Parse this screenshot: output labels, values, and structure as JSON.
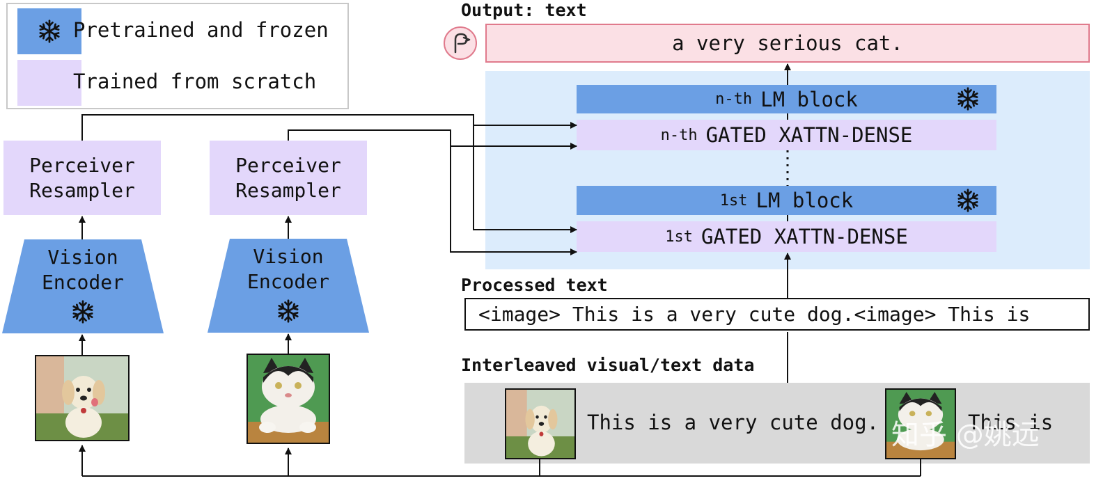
{
  "legend": {
    "frozen_label": "Pretrained and frozen",
    "scratch_label": "Trained from scratch"
  },
  "left_branch": {
    "perceiver_line1": "Perceiver",
    "perceiver_line2": "Resampler",
    "encoder_line1": "Vision",
    "encoder_line2": "Encoder"
  },
  "right_branch": {
    "perceiver_line1": "Perceiver",
    "perceiver_line2": "Resampler",
    "encoder_line1": "Vision",
    "encoder_line2": "Encoder"
  },
  "output": {
    "heading": "Output: text",
    "text": "a very serious cat."
  },
  "lm_stack": {
    "nth_lm_prefix": "n-th",
    "nth_lm_label": "LM block",
    "nth_xattn_prefix": "n-th",
    "nth_xattn_label": "GATED XATTN-DENSE",
    "first_lm_prefix": "1st",
    "first_lm_label": "LM block",
    "first_xattn_prefix": "1st",
    "first_xattn_label": "GATED XATTN-DENSE"
  },
  "processed": {
    "heading": "Processed text",
    "text": "<image> This is a very cute dog.<image> This is"
  },
  "interleaved": {
    "heading": "Interleaved visual/text data",
    "text": "This is a very cute dog.",
    "text_tail": "This is"
  },
  "watermark": "知乎 @姚远",
  "colors": {
    "frozen_blue": "#6b9fe4",
    "scratch_purple": "#e3d7fb",
    "panel_blue": "#dcecfc",
    "output_pink": "#fbe0e5",
    "output_border": "#e07a8c",
    "interleaved_gray": "#d9d9d9"
  },
  "icons": {
    "frozen": "snowflake-icon",
    "model_logo": "flamingo-logo-icon"
  }
}
